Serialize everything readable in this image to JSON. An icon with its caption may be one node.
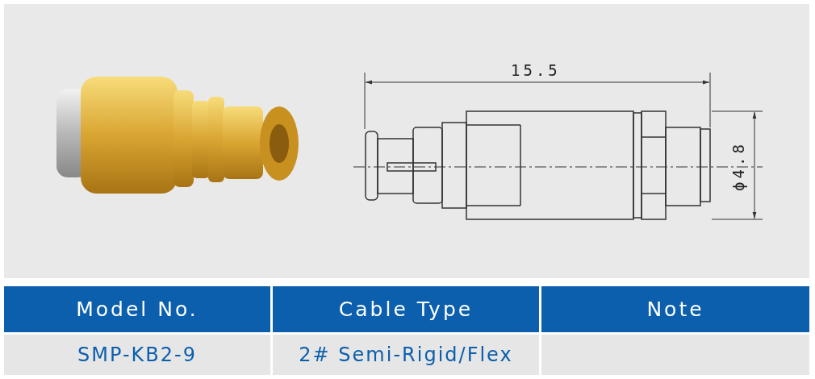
{
  "diagram": {
    "labels": [
      "15.5",
      "ϕ4.8",
      "Model No.",
      "Cable Type",
      "Note",
      "SMP-KB2-9",
      "2# Semi-Rigid/Flex"
    ]
  }
}
